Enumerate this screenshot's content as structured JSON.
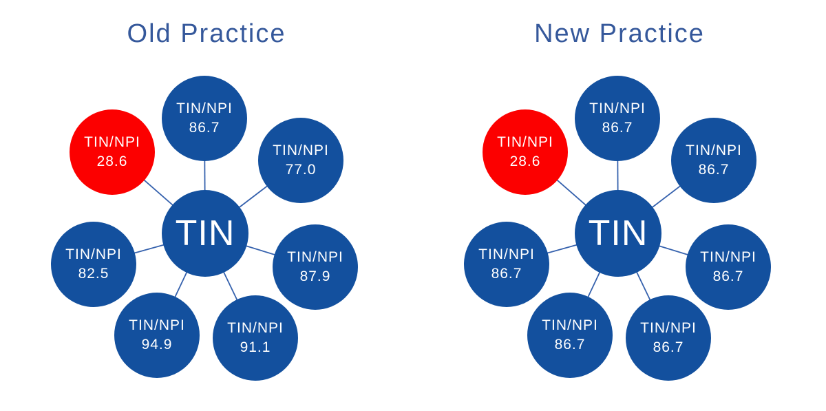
{
  "colors": {
    "node_blue": "#13509E",
    "node_red": "#FC0000",
    "connector_blue": "#3561AD",
    "title_blue": "#35589B",
    "node_text": "#FFFFFF",
    "background": "#FFFFFF"
  },
  "diagrams": [
    {
      "title": "Old Practice",
      "center": {
        "label": "TIN",
        "color": "blue"
      },
      "nodes": [
        {
          "label": "TIN/NPI",
          "value": "86.7",
          "position": "top",
          "color": "blue"
        },
        {
          "label": "TIN/NPI",
          "value": "77.0",
          "position": "upper-right",
          "color": "blue"
        },
        {
          "label": "TIN/NPI",
          "value": "87.9",
          "position": "right",
          "color": "blue"
        },
        {
          "label": "TIN/NPI",
          "value": "91.1",
          "position": "lower-right",
          "color": "blue"
        },
        {
          "label": "TIN/NPI",
          "value": "94.9",
          "position": "lower-left",
          "color": "blue"
        },
        {
          "label": "TIN/NPI",
          "value": "82.5",
          "position": "left",
          "color": "blue"
        },
        {
          "label": "TIN/NPI",
          "value": "28.6",
          "position": "upper-left",
          "color": "red"
        }
      ]
    },
    {
      "title": "New Practice",
      "center": {
        "label": "TIN",
        "color": "blue"
      },
      "nodes": [
        {
          "label": "TIN/NPI",
          "value": "86.7",
          "position": "top",
          "color": "blue"
        },
        {
          "label": "TIN/NPI",
          "value": "86.7",
          "position": "upper-right",
          "color": "blue"
        },
        {
          "label": "TIN/NPI",
          "value": "86.7",
          "position": "right",
          "color": "blue"
        },
        {
          "label": "TIN/NPI",
          "value": "86.7",
          "position": "lower-right",
          "color": "blue"
        },
        {
          "label": "TIN/NPI",
          "value": "86.7",
          "position": "lower-left",
          "color": "blue"
        },
        {
          "label": "TIN/NPI",
          "value": "86.7",
          "position": "left",
          "color": "blue"
        },
        {
          "label": "TIN/NPI",
          "value": "28.6",
          "position": "upper-left",
          "color": "red"
        }
      ]
    }
  ]
}
